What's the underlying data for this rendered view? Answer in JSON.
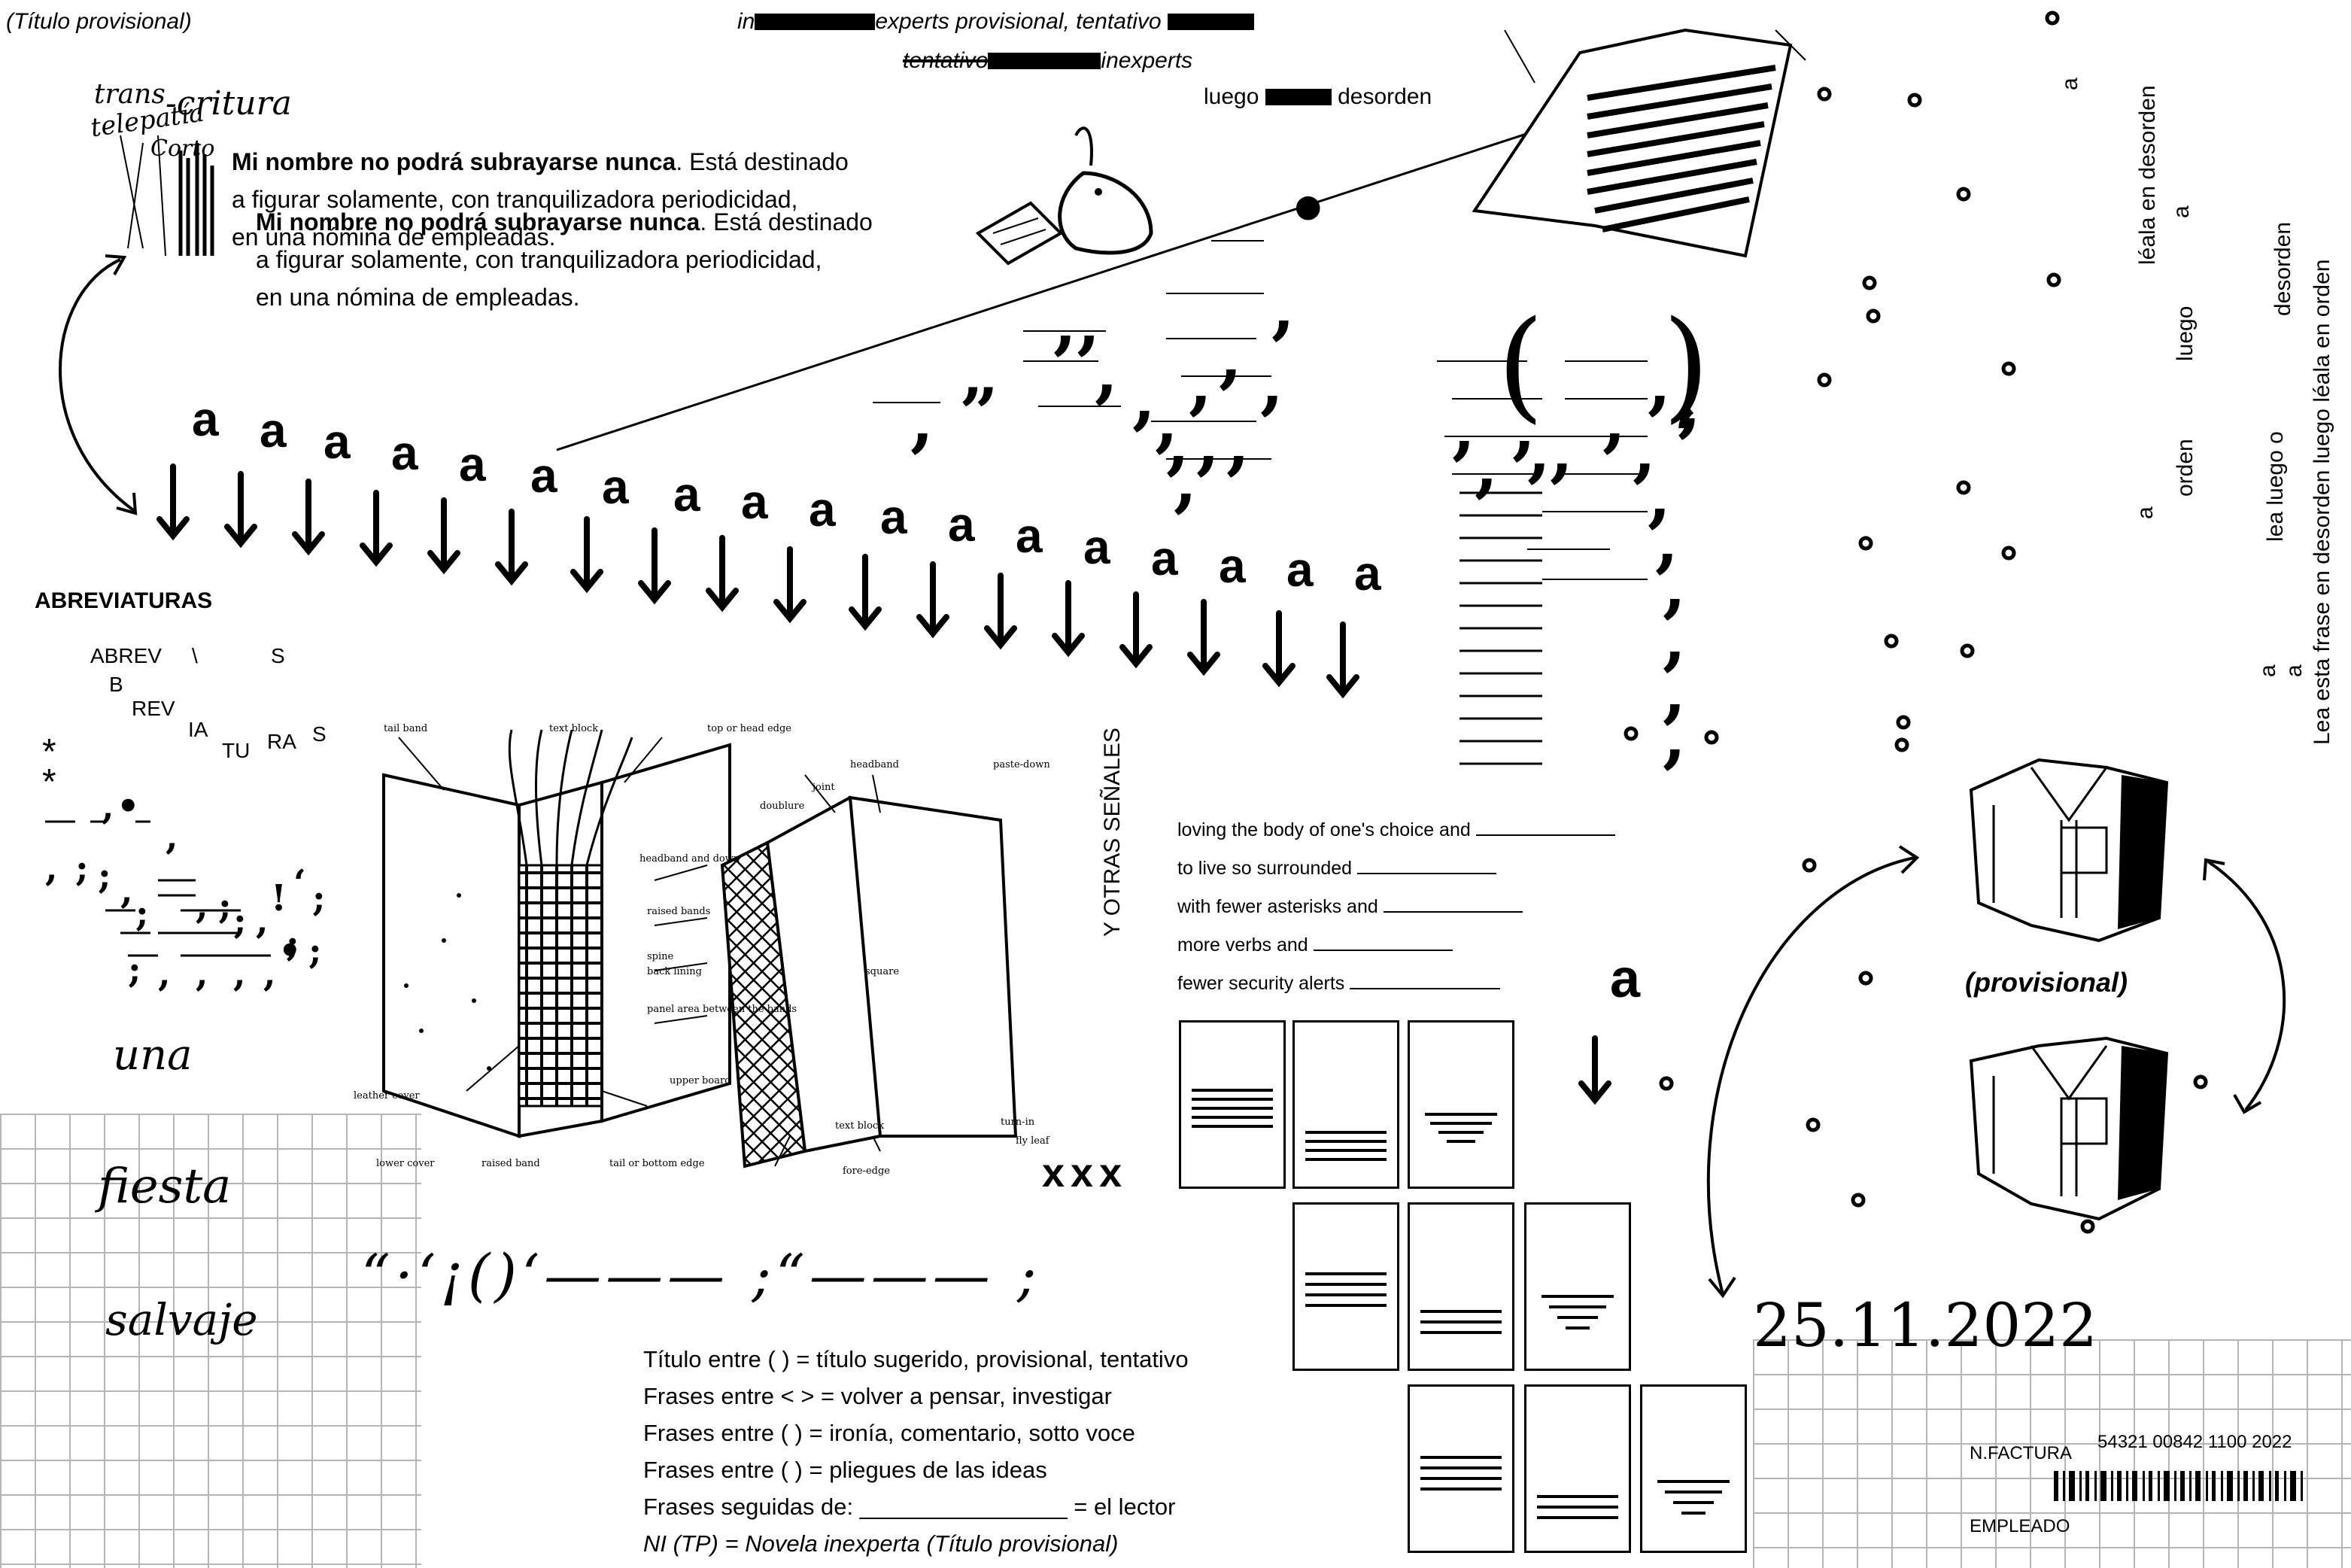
{
  "header": {
    "top_left": "(Título provisional)",
    "redact_line_1_a": "in",
    "redact_line_1_b": "experts  provisional, tentativo",
    "redact_line_2_a": "tentativo",
    "redact_line_2_b": "inexperts",
    "redact_line_3_a": "luego",
    "redact_line_3_b": "desorden"
  },
  "handwritten": {
    "trans": "trans",
    "escritura": "-critura",
    "telepatia": "telepatía",
    "corto": "Corto",
    "una": "una",
    "fiesta": "fiesta",
    "salvaje": "salvaje",
    "date": "25.11.2022"
  },
  "paragraph": {
    "bold_part": "Mi nombre no podrá subrayarse nunca",
    "rest_1": ". Está destinado",
    "line_2": "a figurar solamente, con tranquilizadora periodicidad,",
    "line_3": "en una nómina de empleadas."
  },
  "abbrev": {
    "title": "ABREVIATURAS",
    "l1": "ABREV",
    "l1b": "S",
    "l2": "B",
    "l3": "REV",
    "l4": "IA",
    "l5": "TU",
    "l6": "RA",
    "l7": "S"
  },
  "letter_a": "a",
  "vertical_label": "Y OTRAS SEÑALES",
  "fill_in": [
    "loving the body of one's choice and",
    "to live so surrounded",
    "with fewer asterisks and",
    "more verbs and",
    "fewer security alerts"
  ],
  "xxx": "xxx",
  "punct_line": "“·‘¡()‘——— ;“——— ;",
  "legend": [
    "Título entre (  ) = título sugerido, provisional, tentativo",
    "Frases entre <  > = volver a pensar, investigar",
    "Frases entre (      ) = ironía, comentario, sotto voce",
    "Frases entre (     ) = pliegues de las ideas",
    "Frases seguidas de: ________________ = el lector",
    "NI (TP)  = Novela inexperta (Título provisional)"
  ],
  "right_vertical": [
    "a",
    "léala en desorden",
    "luego",
    "desorden",
    "orden",
    "lea luego o",
    "Lea esta frase en desorden luego léala en orden"
  ],
  "provisional": "(provisional)",
  "invoice": {
    "label": "N.FACTURA",
    "number": "54321 00842 1100 2022",
    "employee": "EMPLEADO"
  },
  "book_diagram_labels": [
    "tail band",
    "text block",
    "top or head edge",
    "headband",
    "joint",
    "doublure",
    "paste-down",
    "headband and down",
    "raised bands",
    "spine",
    "back lining",
    "panel area between the bands",
    "leather cover",
    "upper board",
    "lower cover",
    "raised band",
    "tail or bottom edge",
    "square",
    "text block",
    "fore-edge",
    "fly leaf",
    "turn-in"
  ],
  "colors": {
    "ink": "#000000",
    "paper": "#ffffff",
    "grid": "#777777"
  }
}
